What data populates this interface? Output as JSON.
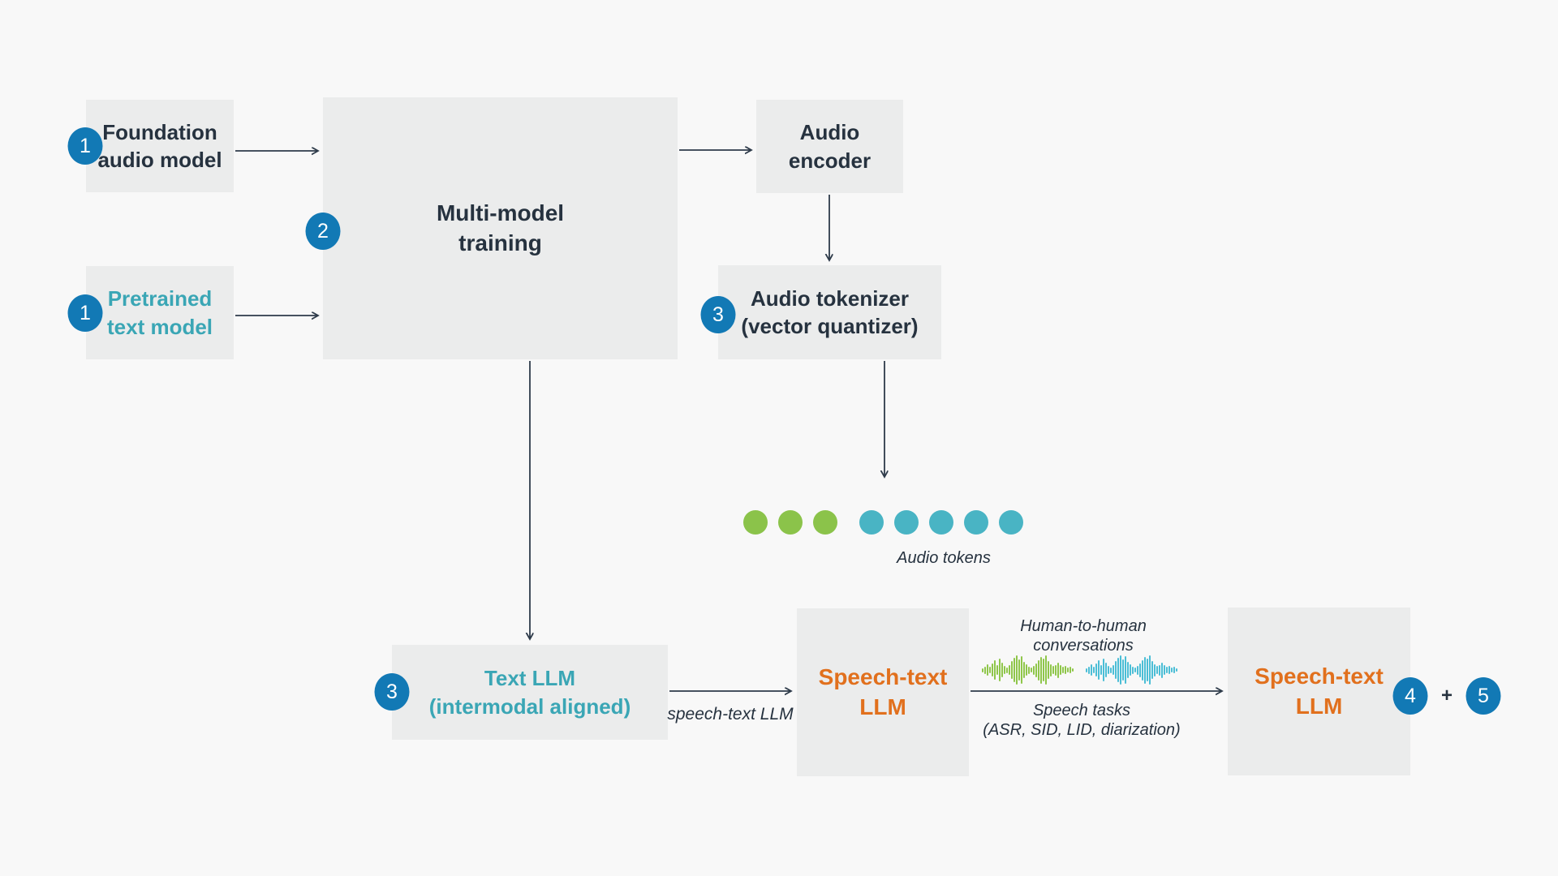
{
  "colors": {
    "background": "#f8f8f8",
    "box_fill": "#ebecec",
    "text_navy": "#26323f",
    "text_teal": "#3aa6b5",
    "text_orange": "#e1701d",
    "badge_blue": "#1279b5",
    "arrow": "#2e3b4a",
    "token_green": "#8bc34a",
    "token_teal": "#49b4c4",
    "wave_green": "#8fc64a",
    "wave_cyan": "#4bbed6"
  },
  "boxes": {
    "foundation": {
      "label": "Foundation\naudio model"
    },
    "pretrained": {
      "label": "Pretrained\ntext model"
    },
    "training": {
      "label": "Multi-model\ntraining"
    },
    "encoder": {
      "label": "Audio encoder"
    },
    "tokenizer": {
      "label": "Audio tokenizer\n(vector quantizer)"
    },
    "text_llm": {
      "label": "Text LLM\n(intermodal aligned)"
    },
    "speech_llm_mid": {
      "label": "Speech-text\nLLM"
    },
    "speech_llm_final": {
      "label": "Speech-text\nLLM"
    }
  },
  "badges": {
    "step1_audio": "1",
    "step1_text": "1",
    "step2": "2",
    "step3_tokenizer": "3",
    "step3_text_llm": "3",
    "step4": "4",
    "step5": "5",
    "plus": "+"
  },
  "annotations": {
    "audio_tokens": "Audio tokens",
    "speech_text_llm_arrow": "speech-text LLM",
    "human_conversations": "Human-to-human\nconversations",
    "speech_tasks": "Speech tasks\n(ASR, SID, LID, diarization)"
  },
  "audio_tokens": {
    "dot_colors": [
      "#8bc34a",
      "#8bc34a",
      "#8bc34a",
      "#49b4c4",
      "#49b4c4",
      "#49b4c4",
      "#49b4c4",
      "#49b4c4"
    ]
  },
  "waveform": {
    "colors": [
      "#8fc64a",
      "#4bbed6"
    ],
    "bar_heights": [
      5,
      9,
      14,
      8,
      16,
      24,
      12,
      28,
      18,
      10,
      7,
      12,
      22,
      30,
      36,
      26,
      34,
      20,
      14,
      9,
      6,
      11,
      17,
      25,
      33,
      28,
      36,
      22,
      15,
      10,
      13,
      19,
      12,
      8,
      10,
      6,
      8,
      4
    ]
  }
}
